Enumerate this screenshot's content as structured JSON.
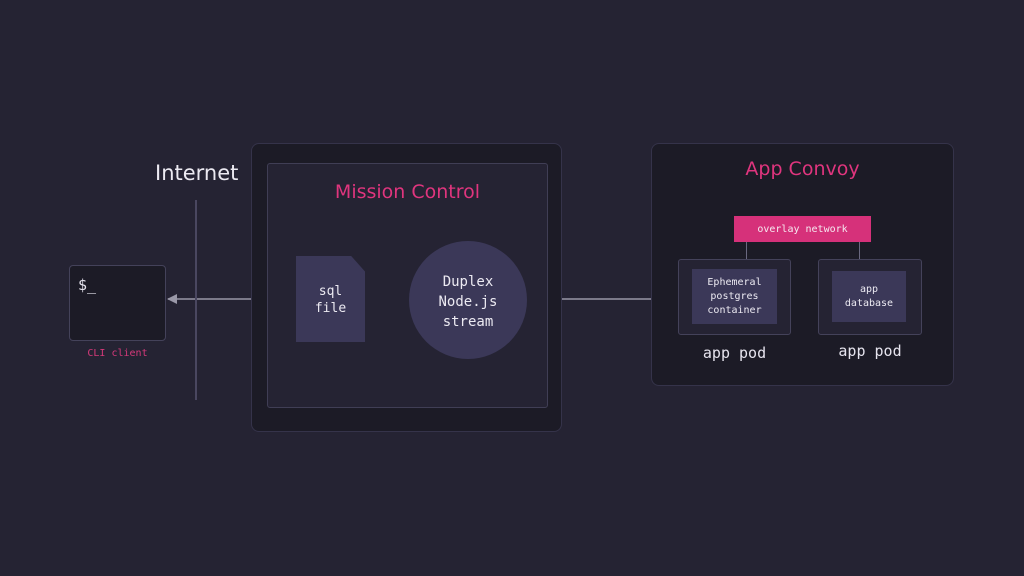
{
  "internet": {
    "label": "Internet"
  },
  "cli": {
    "prompt": "$_",
    "label": "CLI client"
  },
  "mission_control": {
    "title": "Mission Control",
    "sql_file": [
      "sql",
      "file"
    ],
    "duplex": [
      "Duplex",
      "Node.js",
      "stream"
    ]
  },
  "app_convoy": {
    "title": "App Convoy",
    "overlay_network": "overlay network",
    "pods": [
      {
        "inner": [
          "Ephemeral",
          "postgres",
          "container"
        ],
        "label": "app pod"
      },
      {
        "inner": [
          "app",
          "database"
        ],
        "label": "app pod"
      }
    ]
  },
  "colors": {
    "background": "#252333",
    "panel": "#1c1b26",
    "accent": "#e0357e",
    "node_fill": "#3b3858",
    "arrow": "#9a98a8"
  }
}
